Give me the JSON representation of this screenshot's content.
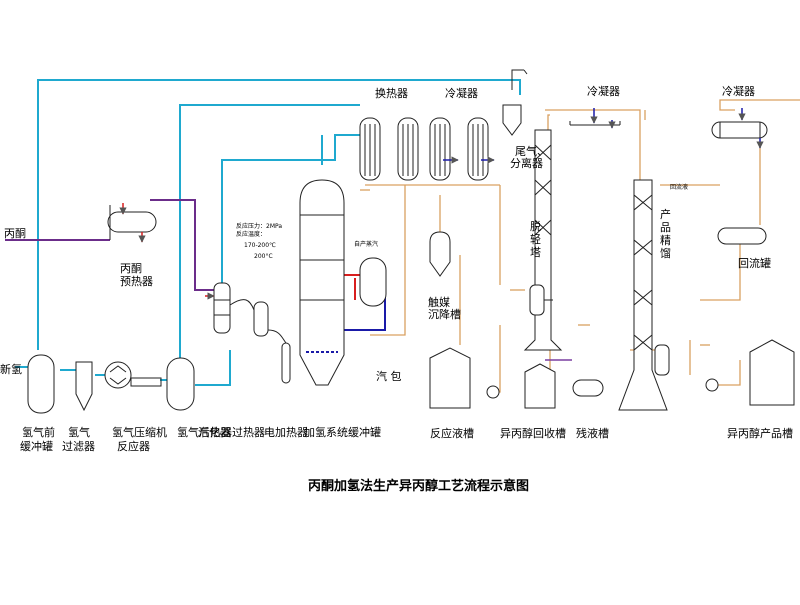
{
  "diagram": {
    "title": "丙酮加氢法生产异丙醇工艺流程示意图",
    "inputs": {
      "acetone": "丙酮",
      "hydrogen": "新氢"
    },
    "units": {
      "heat_exchanger": "换热器",
      "condenser_1": "冷凝器",
      "condenser_2": "冷凝器",
      "condenser_3": "冷凝器",
      "tail_gas_separator": "尾气、分离器",
      "acetone_preheater": "丙酮预热器",
      "catalyst_settler": "触媒沉降槽",
      "light_end_tower": "脱轻塔",
      "product_tower": "产品精馏",
      "reflux_drum": "回流罐",
      "steam_drum": "汽 包",
      "reaction_tank": "反应液槽",
      "recovery_tank": "异丙醇回收槽",
      "residue_tank": "残液槽",
      "product_tank": "异丙醇产品槽",
      "h2_buffer_pre": "氢气前缓冲罐",
      "h2_filter": "氢气过滤器",
      "h2_compressor": "氢气压缩机",
      "h2_heater": "氢气后热器",
      "reactor": "反应器",
      "vaporizer": "汽化器",
      "superheater": "过热器",
      "electric_heater": "电加热器",
      "h2_system_buffer": "加氢系统缓冲罐"
    },
    "annotations": {
      "pressure": "反应压力：2MPa",
      "temperature": "反应温度：",
      "temp_range": "170-200℃",
      "temp_2": "200°C",
      "self_steam": "自产蒸汽",
      "reflux_line": "回流液"
    }
  },
  "colors": {
    "hydrogen": "#1fa9cf",
    "acetone": "#6b2d8a",
    "steam": "#d81e1e",
    "water": "#1a1aa8",
    "product": "#d9a060",
    "residue": "#7a3fa0"
  }
}
